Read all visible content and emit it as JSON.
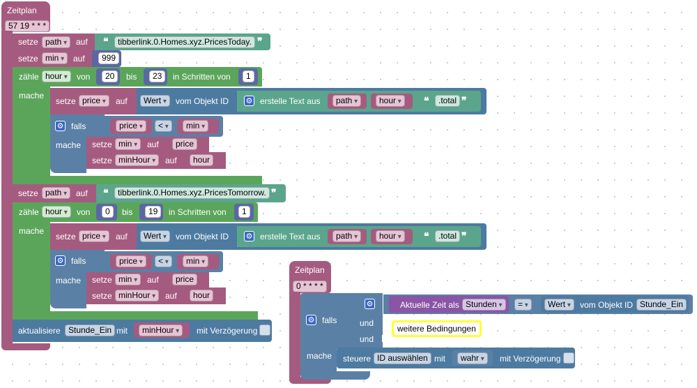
{
  "block1": {
    "title": "Zeitplan",
    "cron": "57 19 * * *",
    "s1": {
      "setze": "setze",
      "var": "path",
      "auf": "auf",
      "text": "tibberlink.0.Homes.xyz.PricesToday."
    },
    "s2": {
      "setze": "setze",
      "var": "min",
      "auf": "auf",
      "num": "999"
    },
    "loop1": {
      "zaehle": "zähle",
      "var": "hour",
      "von": "von",
      "from": "20",
      "bis": "bis",
      "to": "23",
      "step_label": "in Schritten von",
      "step": "1",
      "mache": "mache",
      "set_price": {
        "setze": "setze",
        "var": "price",
        "auf": "auf",
        "wert": "Wert",
        "vom": "vom Objekt ID",
        "erstelle": "erstelle Text aus",
        "a": "path",
        "b": "hour",
        "c": ".total"
      },
      "if": {
        "falls": "falls",
        "left": "price",
        "op": "<",
        "right": "min",
        "mache": "mache",
        "then1": {
          "setze": "setze",
          "var": "min",
          "auf": "auf",
          "val": "price"
        },
        "then2": {
          "setze": "setze",
          "var": "minHour",
          "auf": "auf",
          "val": "hour"
        }
      }
    },
    "s3": {
      "setze": "setze",
      "var": "path",
      "auf": "auf",
      "text": "tibberlink.0.Homes.xyz.PricesTomorrow."
    },
    "loop2": {
      "zaehle": "zähle",
      "var": "hour",
      "von": "von",
      "from": "0",
      "bis": "bis",
      "to": "19",
      "step_label": "in Schritten von",
      "step": "1",
      "mache": "mache",
      "set_price": {
        "setze": "setze",
        "var": "price",
        "auf": "auf",
        "wert": "Wert",
        "vom": "vom Objekt ID",
        "erstelle": "erstelle Text aus",
        "a": "path",
        "b": "hour",
        "c": ".total"
      },
      "if": {
        "falls": "falls",
        "left": "price",
        "op": "<",
        "right": "min",
        "mache": "mache",
        "then1": {
          "setze": "setze",
          "var": "min",
          "auf": "auf",
          "val": "price"
        },
        "then2": {
          "setze": "setze",
          "var": "minHour",
          "auf": "auf",
          "val": "hour"
        }
      }
    },
    "update": {
      "aktualisiere": "aktualisiere",
      "id": "Stunde_Ein",
      "mit": "mit",
      "val": "minHour",
      "delay": "mit Verzögerung"
    }
  },
  "block2": {
    "title": "Zeitplan",
    "cron": "0 * * * *",
    "falls": "falls",
    "cond1": {
      "aktuelle": "Aktuelle Zeit als",
      "unit": "Stunden",
      "op": "=",
      "wert": "Wert",
      "vom": "vom Objekt ID",
      "id": "Stunde_Ein"
    },
    "und1": "und",
    "und2": "und",
    "comment": "weitere Bedingungen",
    "mache": "mache",
    "action": {
      "steuere": "steuere",
      "id": "ID auswählen",
      "mit": "mit",
      "val": "wahr",
      "delay": "mit Verzögerung"
    }
  }
}
